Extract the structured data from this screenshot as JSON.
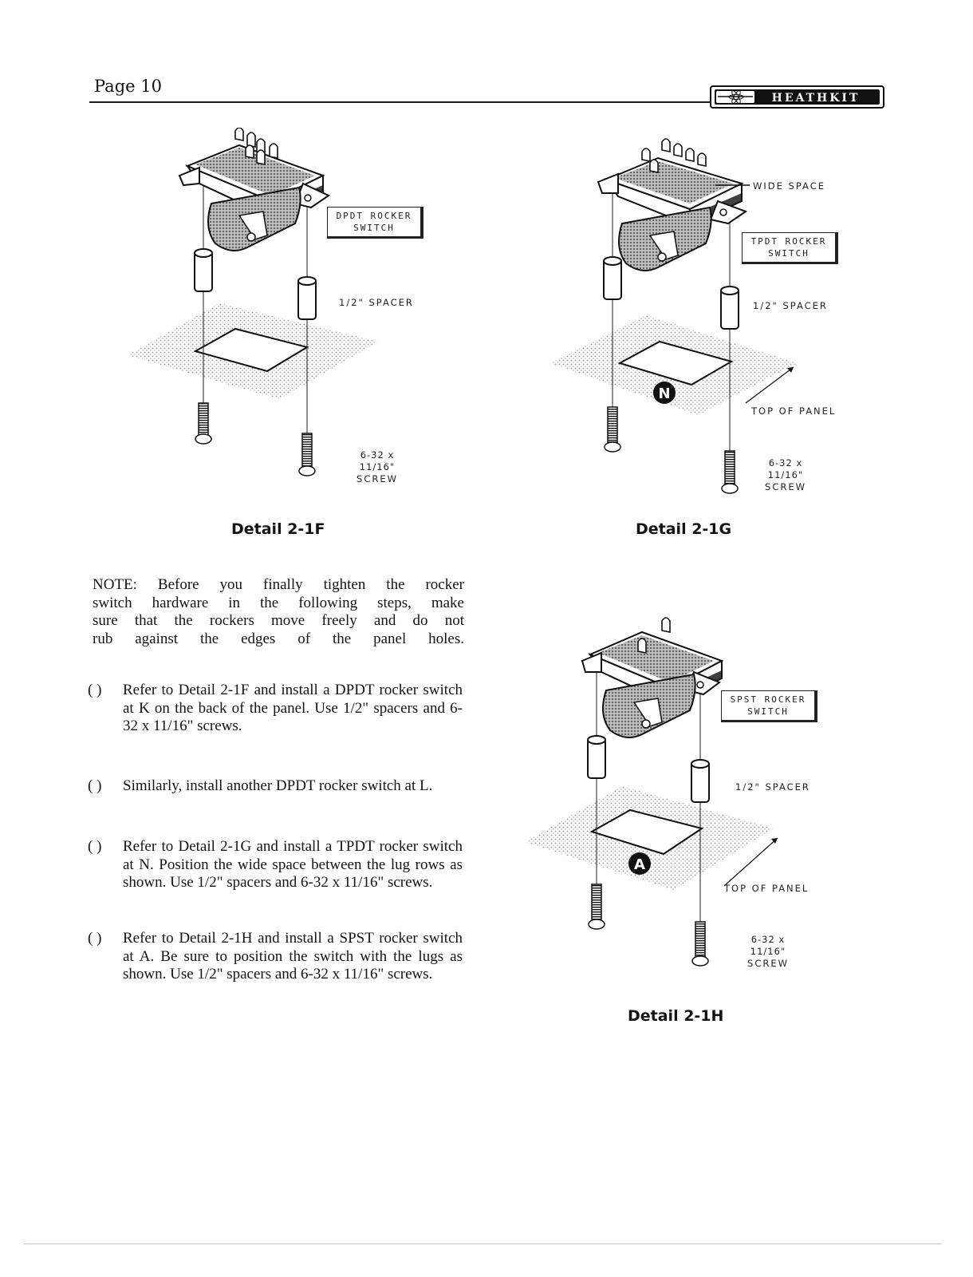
{
  "header": {
    "page_number": "Page 10",
    "brand": "HEATHKIT"
  },
  "figures": {
    "f": {
      "caption": "Detail 2-1F",
      "switch_label_line1": "DPDT ROCKER",
      "switch_label_line2": "SWITCH",
      "spacer_label": "1/2\" SPACER",
      "screw_label_line1": "6-32 x 11/16\"",
      "screw_label_line2": "SCREW"
    },
    "g": {
      "caption": "Detail 2-1G",
      "wide_space_label": "WIDE SPACE",
      "switch_label_line1": "TPDT ROCKER",
      "switch_label_line2": "SWITCH",
      "spacer_label": "1/2\" SPACER",
      "panel_label": "TOP OF PANEL",
      "marker": "N",
      "screw_label_line1": "6-32 x 11/16\"",
      "screw_label_line2": "SCREW"
    },
    "h": {
      "caption": "Detail 2-1H",
      "switch_label_line1": "SPST ROCKER",
      "switch_label_line2": "SWITCH",
      "spacer_label": "1/2\" SPACER",
      "panel_label": "TOP OF PANEL",
      "marker": "A",
      "screw_label_line1": "6-32 x 11/16\"",
      "screw_label_line2": "SCREW"
    }
  },
  "note": {
    "line1": "NOTE: Before you finally tighten the rocker",
    "line2": "switch hardware in the following steps, make",
    "line3": "sure that the rockers move freely and do not",
    "line4": "rub against the edges of the panel holes."
  },
  "steps": [
    {
      "check": "( )",
      "text": "Refer to Detail 2-1F and install a DPDT rocker switch at K on the back of the panel. Use 1/2\" spacers and 6-32 x 11/16\" screws."
    },
    {
      "check": "( )",
      "text": "Similarly, install another DPDT rocker switch at L."
    },
    {
      "check": "( )",
      "text": "Refer to Detail 2-1G and install a TPDT rocker switch at N. Position the wide space between the lug rows as shown. Use 1/2\" spacers and 6-32 x 11/16\" screws."
    },
    {
      "check": "( )",
      "text": "Refer to Detail 2-1H and install a SPST rocker switch at A. Be sure to position the switch with the lugs as shown. Use 1/2\" spacers and 6-32 x 11/16\" screws."
    }
  ]
}
